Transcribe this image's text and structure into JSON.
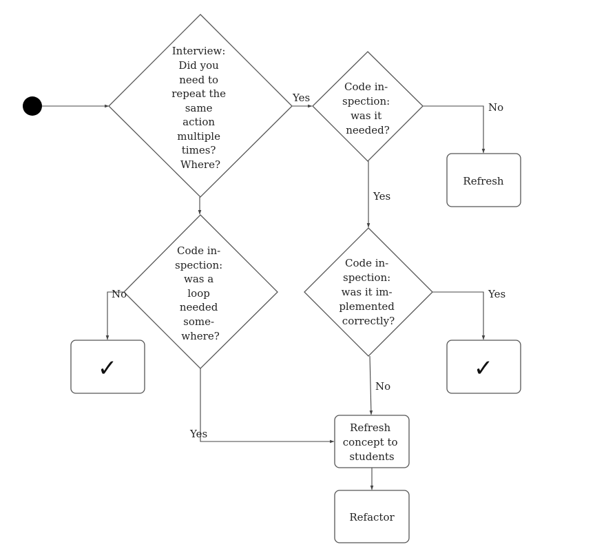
{
  "nodes": {
    "interview": [
      "Interview:",
      "Did you",
      "need to",
      "repeat the",
      "same",
      "action",
      "multiple",
      "times?",
      "Where?"
    ],
    "inspect_needed": [
      "Code in-",
      "spection:",
      "was it",
      "needed?"
    ],
    "inspect_loop": [
      "Code in-",
      "spection:",
      "was a",
      "loop",
      "needed",
      "some-",
      "where?"
    ],
    "inspect_correct": [
      "Code in-",
      "spection:",
      "was it im-",
      "plemented",
      "correctly?"
    ],
    "refresh": [
      "Refresh"
    ],
    "refresh_concept": [
      "Refresh",
      "concept to",
      "students"
    ],
    "refactor": [
      "Refactor"
    ],
    "check_left": "✓",
    "check_right": "✓"
  },
  "edges": {
    "interview_yes": "Yes",
    "needed_no": "No",
    "needed_yes": "Yes",
    "loop_no": "No",
    "loop_yes": "Yes",
    "correct_yes": "Yes",
    "correct_no": "No"
  }
}
